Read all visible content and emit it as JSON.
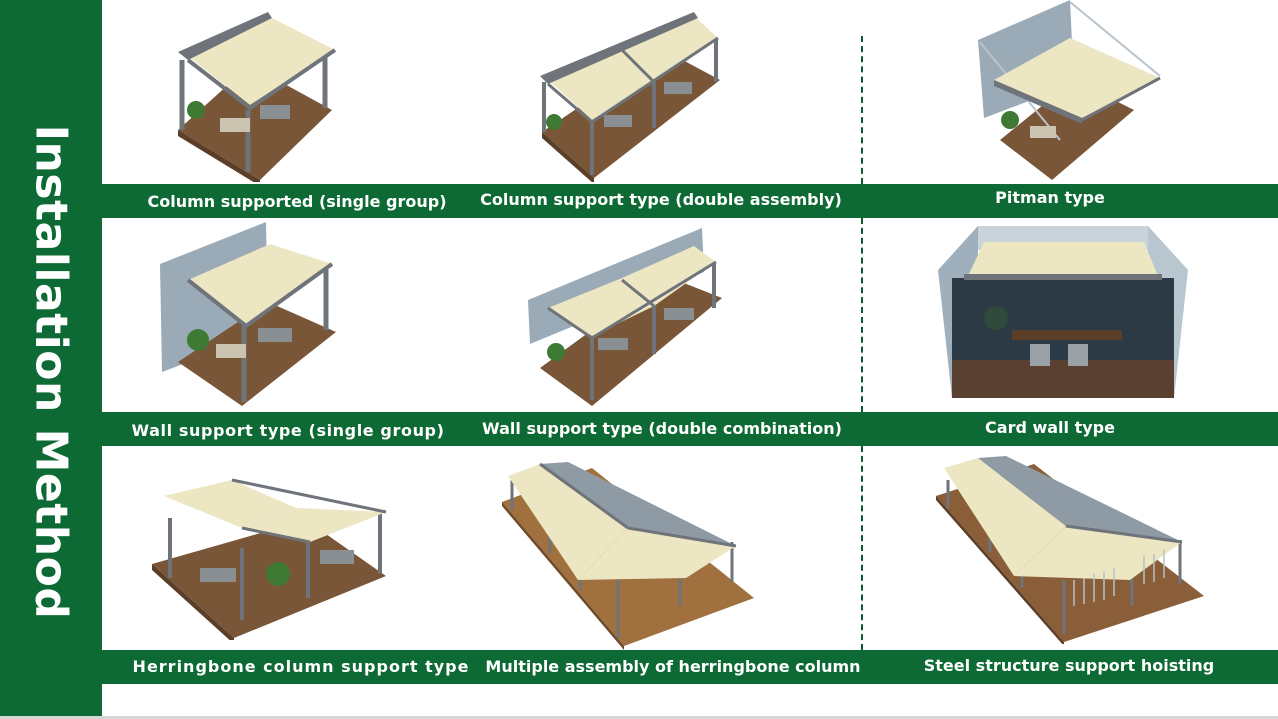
{
  "sidebar": {
    "title": "Installation Method"
  },
  "rows": [
    {
      "captions": [
        "Column supported (single group)",
        "Column support type (double assembly)",
        "Pitman type"
      ]
    },
    {
      "captions": [
        "Wall support type (single group)",
        "Wall support type (double combination)",
        "Card wall type"
      ]
    },
    {
      "captions": [
        "Herringbone column support type",
        "Multiple assembly of herringbone column",
        "Steel structure support hoisting"
      ]
    }
  ],
  "colors": {
    "brand_green": "#0d6a34",
    "canopy_fabric": "#ece6c2",
    "frame_gray": "#6e7479",
    "deck_wood": "#7a5638"
  }
}
